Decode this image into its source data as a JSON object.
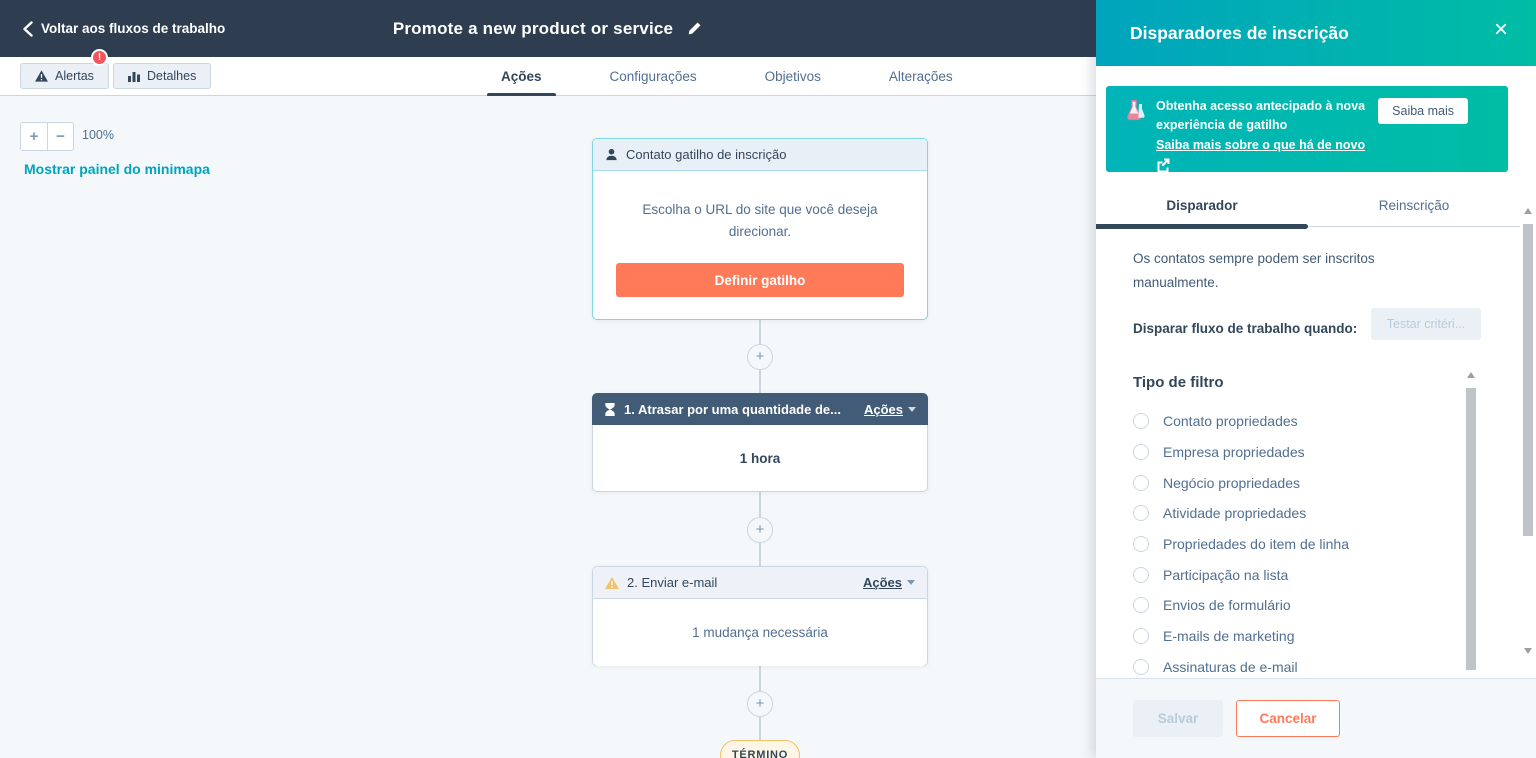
{
  "topbar": {
    "back_label": "Voltar aos fluxos de trabalho",
    "title": "Promote a new product or service"
  },
  "toolbar": {
    "alerts_label": "Alertas",
    "alerts_badge": "!",
    "details_label": "Detalhes"
  },
  "main_tabs": {
    "items": [
      {
        "label": "Ações",
        "active": true
      },
      {
        "label": "Configurações",
        "active": false
      },
      {
        "label": "Objetivos",
        "active": false
      },
      {
        "label": "Alterações",
        "active": false
      }
    ]
  },
  "canvas": {
    "zoom_level": "100%",
    "minimap_link": "Mostrar painel do minimapa",
    "trigger_card": {
      "title": "Contato gatilho de inscrição",
      "description": "Escolha o URL do site que você deseja direcionar.",
      "button_label": "Definir gatilho"
    },
    "delay_card": {
      "title": "1. Atrasar por uma quantidade de...",
      "actions_label": "Ações",
      "body": "1 hora"
    },
    "email_card": {
      "title": "2. Enviar e-mail",
      "actions_label": "Ações",
      "body": "1 mudança necessária"
    },
    "end_label": "TÉRMINO"
  },
  "panel": {
    "title": "Disparadores de inscrição",
    "banner": {
      "heading": "Obtenha acesso antecipado à nova experiência de gatilho",
      "button_label": "Saiba mais",
      "link_label": "Saiba mais sobre o que há de novo"
    },
    "tabs": {
      "trigger": "Disparador",
      "reenrollment": "Reinscrição"
    },
    "intro": "Os contatos sempre podem ser inscritos manualmente.",
    "trigger_when_label": "Disparar fluxo de trabalho quando:",
    "test_button_label": "Testar critéri...",
    "filter_type_label": "Tipo de filtro",
    "filter_types": [
      "Contato propriedades",
      "Empresa propriedades",
      "Negócio propriedades",
      "Atividade propriedades",
      "Propriedades do item de linha",
      "Participação na lista",
      "Envios de formulário",
      "E-mails de marketing",
      "Assinaturas de e-mail"
    ],
    "save_label": "Salvar",
    "cancel_label": "Cancelar"
  },
  "colors": {
    "topbar_navy": "#2e3d4f",
    "card_navy": "#425b76",
    "accent_orange": "#ff7a59",
    "teal_blue": "#00a4bd",
    "teal_green": "#00bda5",
    "badge_red": "#f2545b",
    "warning_yellow": "#f5c26b",
    "link_teal": "#00a4bd"
  }
}
